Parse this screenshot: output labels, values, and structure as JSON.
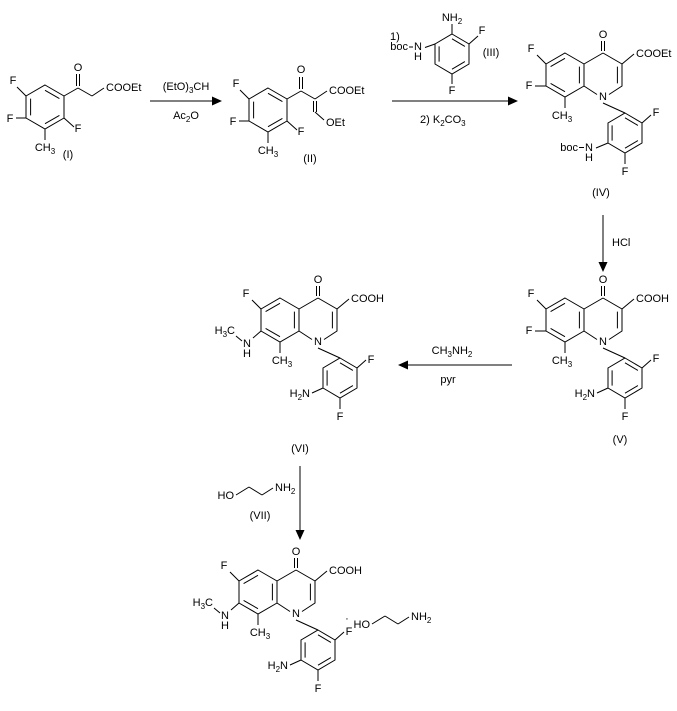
{
  "scheme": {
    "compound_tags": {
      "i": "(I)",
      "ii": "(II)",
      "iii": "(III)",
      "iv": "(IV)",
      "v": "(V)",
      "vi": "(VI)",
      "vii": "(VII)"
    },
    "reagents": {
      "orthoester": "(EtO)3CH",
      "ac2o": "Ac2O",
      "step1": "1)",
      "step2_prefix": "2) ",
      "k2co3": "K2CO3",
      "hcl": "HCl",
      "methylamine": "CH3NH2",
      "pyridine": "pyr"
    },
    "atoms": {
      "O": "O",
      "F": "F",
      "N": "N",
      "H": "H",
      "COOEt": "COOEt",
      "COOH": "COOH",
      "OEt": "OEt",
      "HO": "HO",
      "CH3": "CH3",
      "NH2": "NH2",
      "H2N": "H2N",
      "H3C": "H3C",
      "boc": "boc",
      "dot": "·"
    }
  }
}
